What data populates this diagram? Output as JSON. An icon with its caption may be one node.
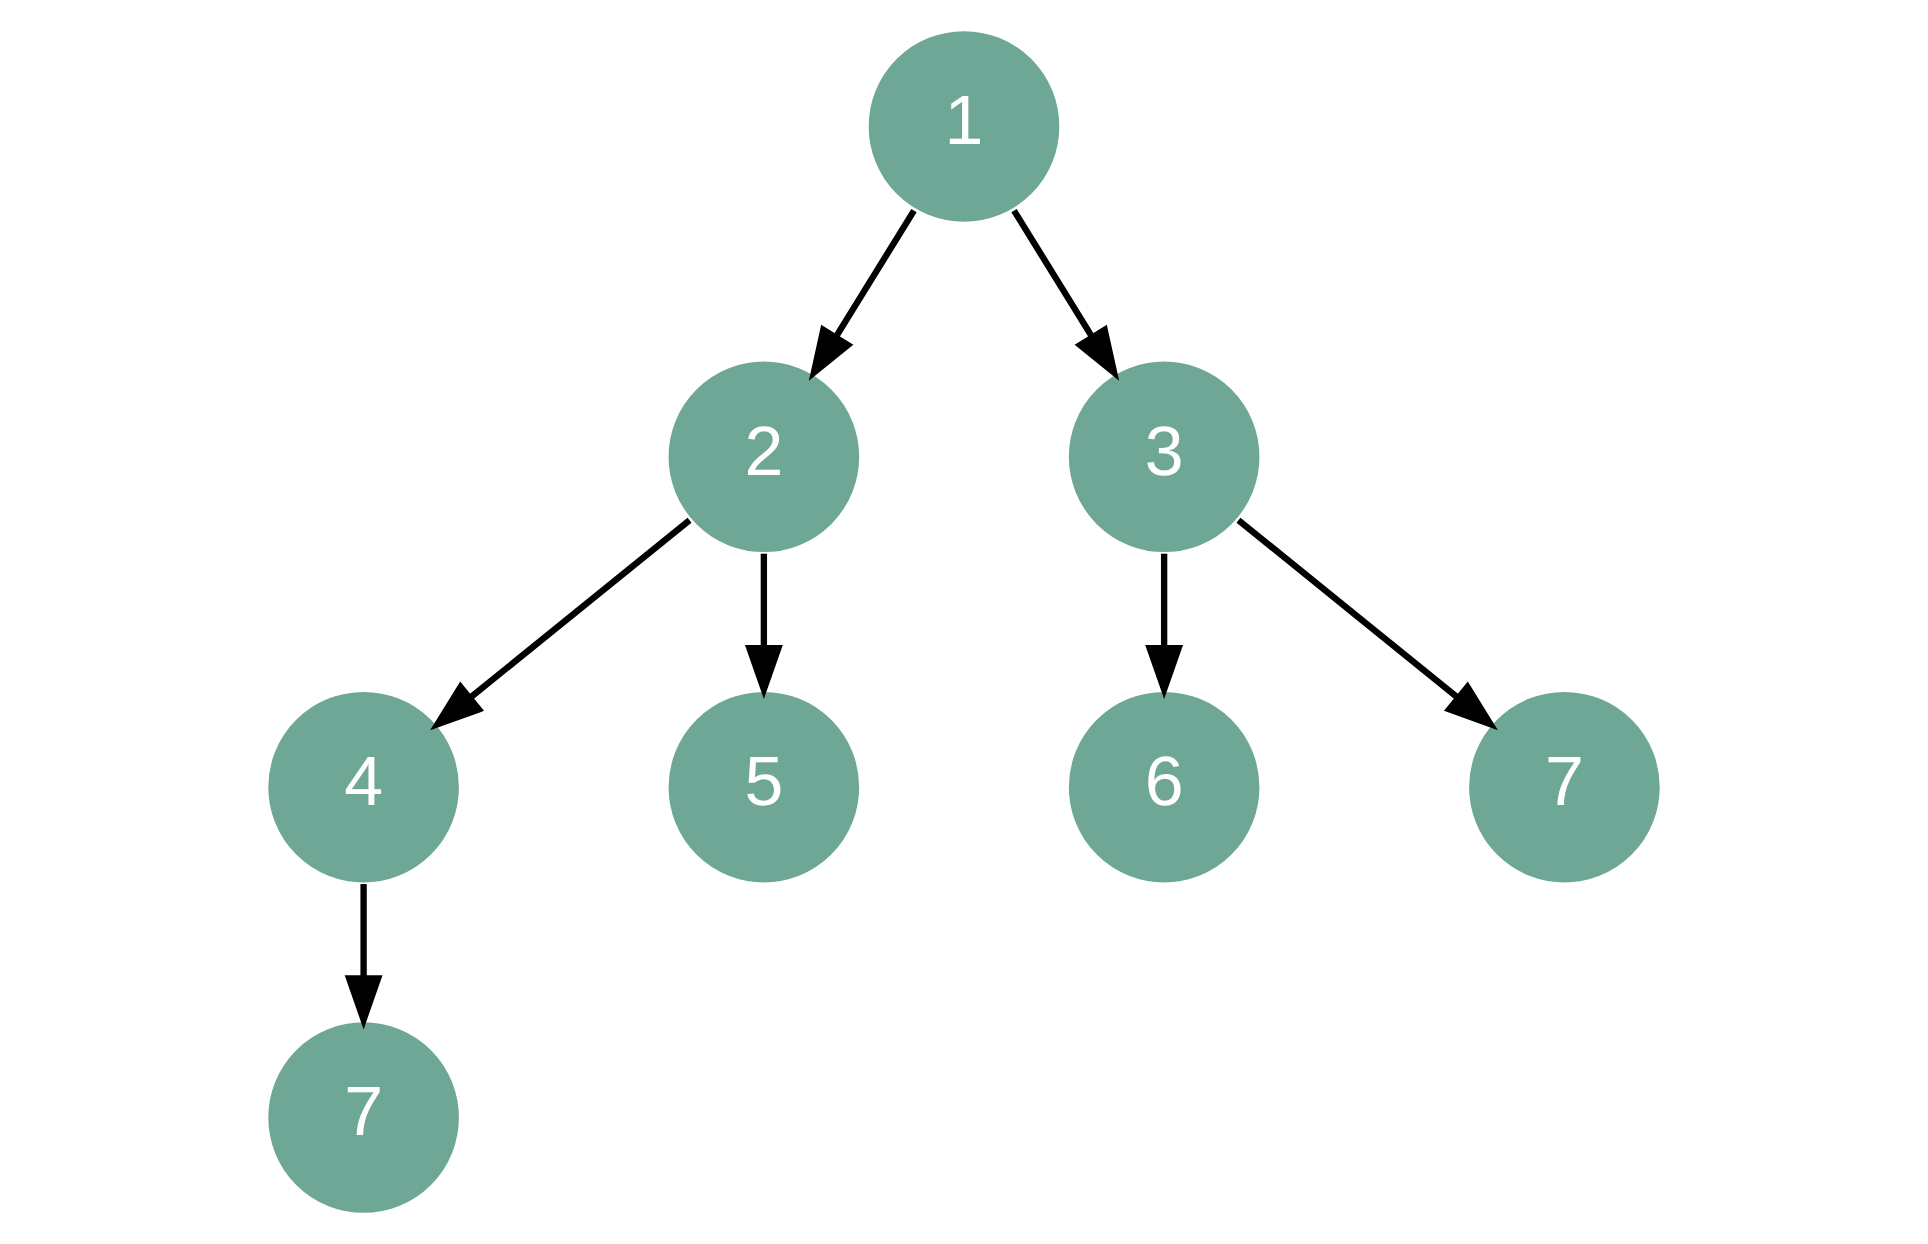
{
  "diagram": {
    "nodes": [
      {
        "text": [
          "1"
        ]
      },
      {
        "text": [
          "2"
        ]
      },
      {
        "text": [
          "3"
        ]
      },
      {
        "text": [
          "4"
        ]
      },
      {
        "text": [
          "5"
        ]
      },
      {
        "text": [
          "6"
        ]
      },
      {
        "text": [
          "7"
        ]
      },
      {
        "text": [
          "7"
        ]
      }
    ],
    "edges": [
      {
        "from": 0,
        "to": 1,
        "arrow": "to"
      },
      {
        "from": 0,
        "to": 2,
        "arrow": "to"
      },
      {
        "from": 1,
        "to": 3,
        "arrow": "to"
      },
      {
        "from": 1,
        "to": 4,
        "arrow": "to"
      },
      {
        "from": 2,
        "to": 5,
        "arrow": "to"
      },
      {
        "from": 2,
        "to": 6,
        "arrow": "to"
      },
      {
        "from": 3,
        "to": 7,
        "arrow": "to"
      }
    ]
  }
}
